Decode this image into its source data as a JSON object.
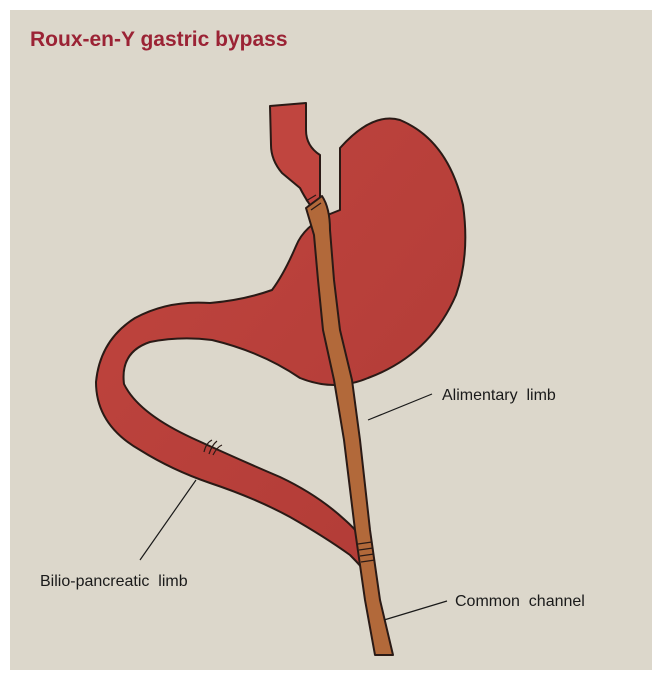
{
  "title": "Roux-en-Y gastric bypass",
  "labels": {
    "alimentary": "Alimentary  limb",
    "bilio": "Bilio-pancreatic  limb",
    "common": "Common  channel"
  },
  "colors": {
    "background": "#dcd7cb",
    "stomach": "#c0453f",
    "roux_limb": "#b2693a",
    "title": "#9b2335",
    "outline": "#2a1a16"
  }
}
